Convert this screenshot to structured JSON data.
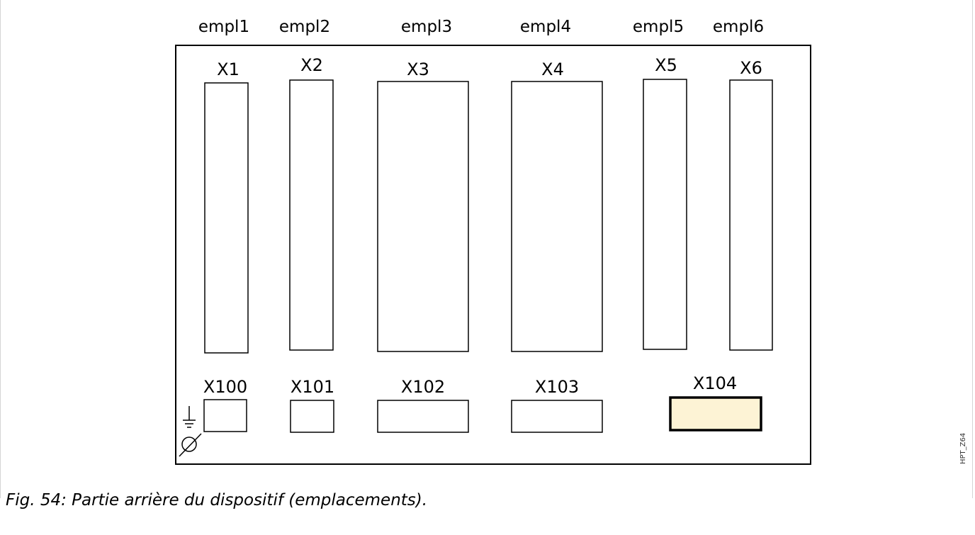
{
  "slots": [
    {
      "label": "empl1",
      "connector": "X1"
    },
    {
      "label": "empl2",
      "connector": "X2"
    },
    {
      "label": "empl3",
      "connector": "X3"
    },
    {
      "label": "empl4",
      "connector": "X4"
    },
    {
      "label": "empl5",
      "connector": "X5"
    },
    {
      "label": "empl6",
      "connector": "X6"
    }
  ],
  "bottom_connectors": [
    {
      "label": "X100",
      "highlighted": false
    },
    {
      "label": "X101",
      "highlighted": false
    },
    {
      "label": "X102",
      "highlighted": false
    },
    {
      "label": "X103",
      "highlighted": false
    },
    {
      "label": "X104",
      "highlighted": true
    }
  ],
  "colors": {
    "highlight_fill": "#fdf3d5",
    "outline": "#000000"
  },
  "ground_symbol": "ground-icon",
  "side_code": "HPT_Z64",
  "caption": "Fig. 54: Partie arrière du dispositif (emplacements)."
}
